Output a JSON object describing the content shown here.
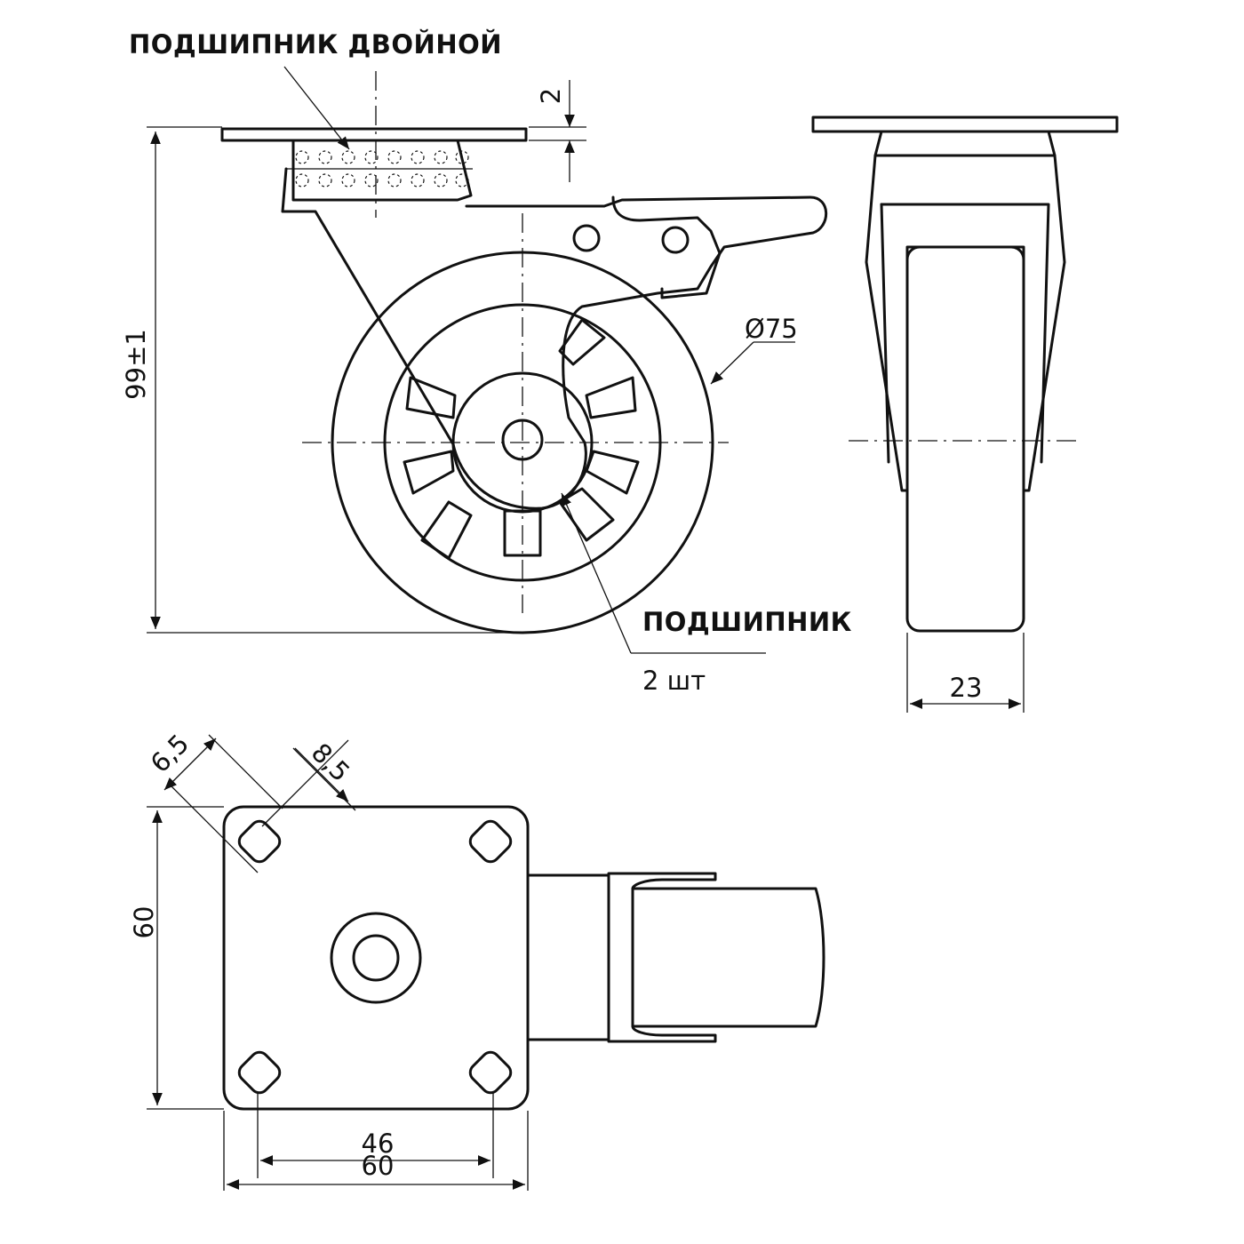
{
  "labels": {
    "double_bearing": "ПОДШИПНИК ДВОЙНОЙ",
    "bearing": "ПОДШИПНИК",
    "bearing_qty": "2 шт"
  },
  "dimensions": {
    "plate_gap": "2",
    "total_height": "99±1",
    "wheel_diameter": "Ø75",
    "wheel_width": "23",
    "hole_diag_small": "6,5",
    "hole_diag_large": "8,5",
    "plate_height": "60",
    "hole_spacing": "46",
    "plate_width": "60"
  },
  "colors": {
    "line": "#111111",
    "background": "#ffffff"
  }
}
